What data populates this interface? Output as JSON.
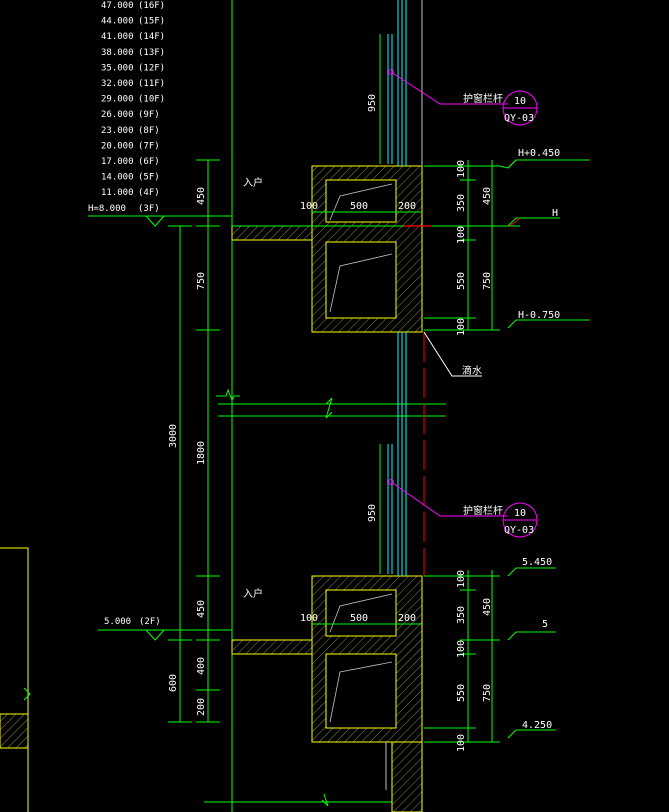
{
  "level_table": [
    {
      "elev": "47.000",
      "floor": "(16F)"
    },
    {
      "elev": "44.000",
      "floor": "(15F)"
    },
    {
      "elev": "41.000",
      "floor": "(14F)"
    },
    {
      "elev": "38.000",
      "floor": "(13F)"
    },
    {
      "elev": "35.000",
      "floor": "(12F)"
    },
    {
      "elev": "32.000",
      "floor": "(11F)"
    },
    {
      "elev": "29.000",
      "floor": "(10F)"
    },
    {
      "elev": "26.000",
      "floor": "(9F)"
    },
    {
      "elev": "23.000",
      "floor": "(8F)"
    },
    {
      "elev": "20.000",
      "floor": "(7F)"
    },
    {
      "elev": "17.000",
      "floor": "(6F)"
    },
    {
      "elev": "14.000",
      "floor": "(5F)"
    },
    {
      "elev": "11.000",
      "floor": "(4F)"
    },
    {
      "elev": "H=8.000",
      "floor": "(3F)"
    }
  ],
  "level_2f": {
    "elev": "5.000",
    "floor": "(2F)"
  },
  "entrance_label": "入户",
  "railing_label": "护窗栏杆",
  "detail_ref": {
    "number": "10",
    "sheet": "QY-03"
  },
  "drip_label": "滴水",
  "right_elevations_upper": {
    "top": "H+0.450",
    "mid": "H",
    "bottom": "H-0.750"
  },
  "right_elevations_lower": {
    "top": "5.450",
    "mid": "5",
    "bottom": "4.250"
  },
  "dims": {
    "railing_height": "950",
    "slab_thickness_left": "100",
    "box_width": "500",
    "box_wall": "200",
    "upper_above": "450",
    "upper_below": "750",
    "mid_gap": "1800",
    "storey": "3000",
    "lower_above": "450",
    "lower_below": "400",
    "lower_base": "200",
    "lower_total": "600",
    "right_top": "100",
    "right_350": "350",
    "right_450": "450",
    "right_slab": "100",
    "right_550": "550",
    "right_750": "750",
    "right_bottom": "100"
  },
  "colors": {
    "line": "#00ff00",
    "wall": "#ffff00",
    "hatch": "#8a8a3a",
    "text": "#ffffff",
    "glass": "#00ffff",
    "tag": "#ff00ff",
    "red": "#ff0000",
    "grey": "#c0c0c0"
  }
}
